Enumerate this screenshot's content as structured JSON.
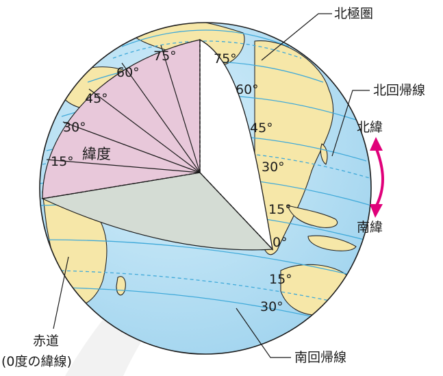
{
  "labels": {
    "arctic_circle": "北極圏",
    "tropic_of_cancer": "北回帰線",
    "north_latitude": "北緯",
    "south_latitude": "南緯",
    "tropic_of_capricorn": "南回帰線",
    "equator_line1": "赤道",
    "equator_line2": "(0度の緯線)",
    "latitude": "緯度"
  },
  "wedge_degrees": [
    "15°",
    "30°",
    "45°",
    "60°",
    "75°"
  ],
  "globe_degrees": {
    "n75": "75°",
    "n60": "60°",
    "n45": "45°",
    "n30": "30°",
    "n15": "15°",
    "zero": "0°",
    "s15": "15°",
    "s30": "30°"
  },
  "colors": {
    "ocean": "#bfe3f5",
    "land": "#f6e7a8",
    "latitude_wedge": "#e8c8da",
    "equatorial_plane": "#d4dcd4",
    "cut_face": "#ffffff",
    "arrow": "#e0007a"
  }
}
